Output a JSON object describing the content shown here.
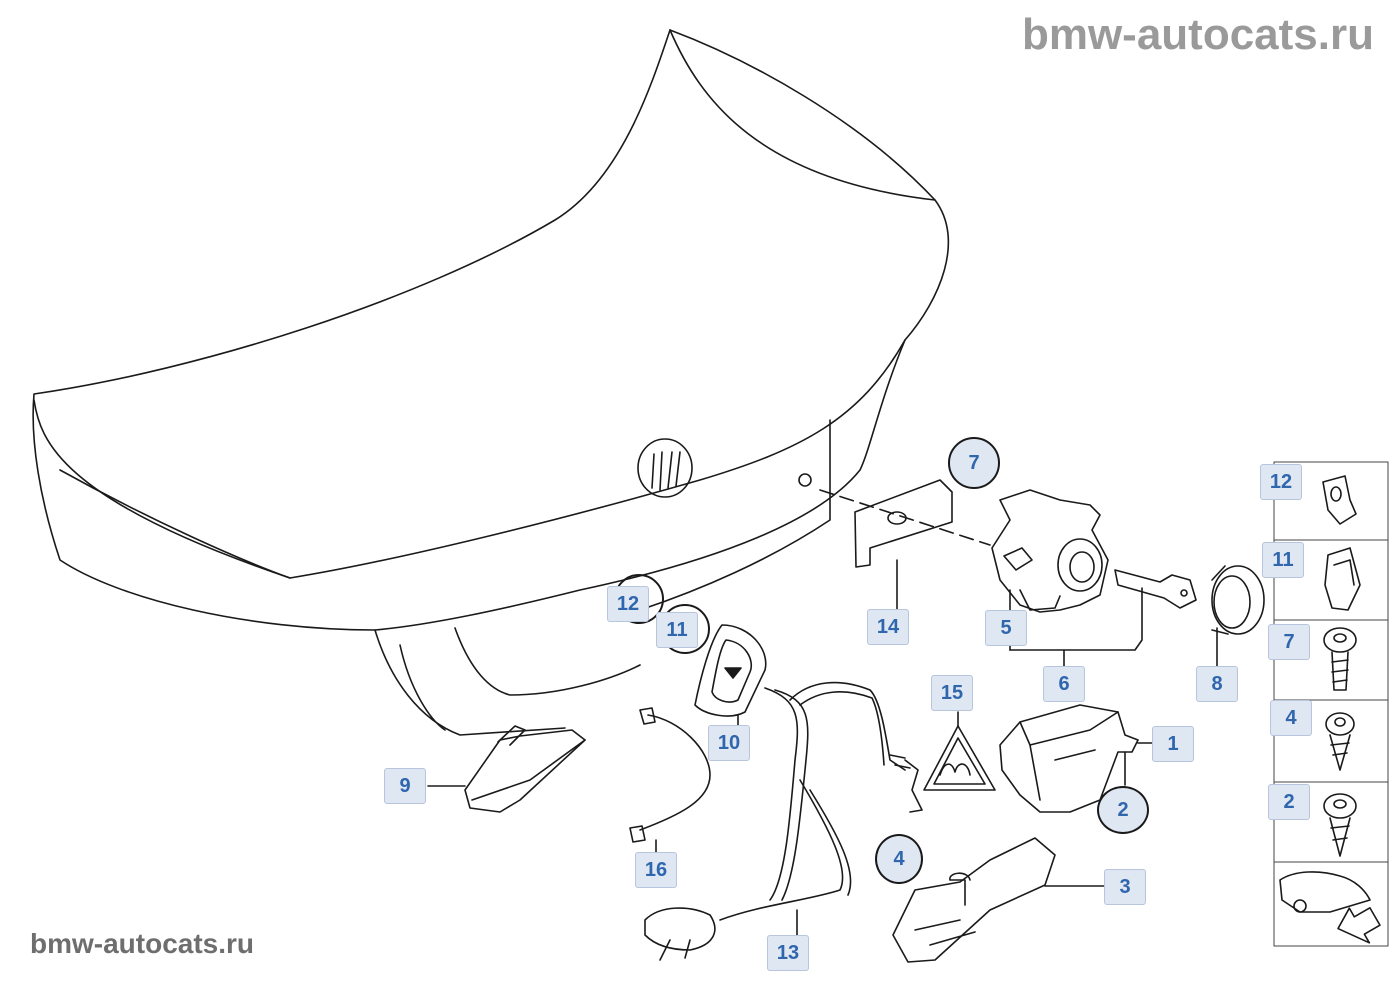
{
  "watermark": {
    "top": "bmw-autocats.ru",
    "bottom": "bmw-autocats.ru"
  },
  "callouts": {
    "c1": "1",
    "c2": "2",
    "c3": "3",
    "c4": "4",
    "c5": "5",
    "c6": "6",
    "c7": "7",
    "c8": "8",
    "c9": "9",
    "c10": "10",
    "c11": "11",
    "c12": "12",
    "c13": "13",
    "c14": "14",
    "c15": "15",
    "c16": "16"
  },
  "legend": {
    "r12": "12",
    "r11": "11",
    "r7": "7",
    "r4": "4",
    "r2": "2"
  },
  "colors": {
    "line": "#1a1a1a",
    "callout_bg": "#dfe7f2",
    "callout_text": "#2f66ad",
    "watermark": "#8a8a8a"
  }
}
